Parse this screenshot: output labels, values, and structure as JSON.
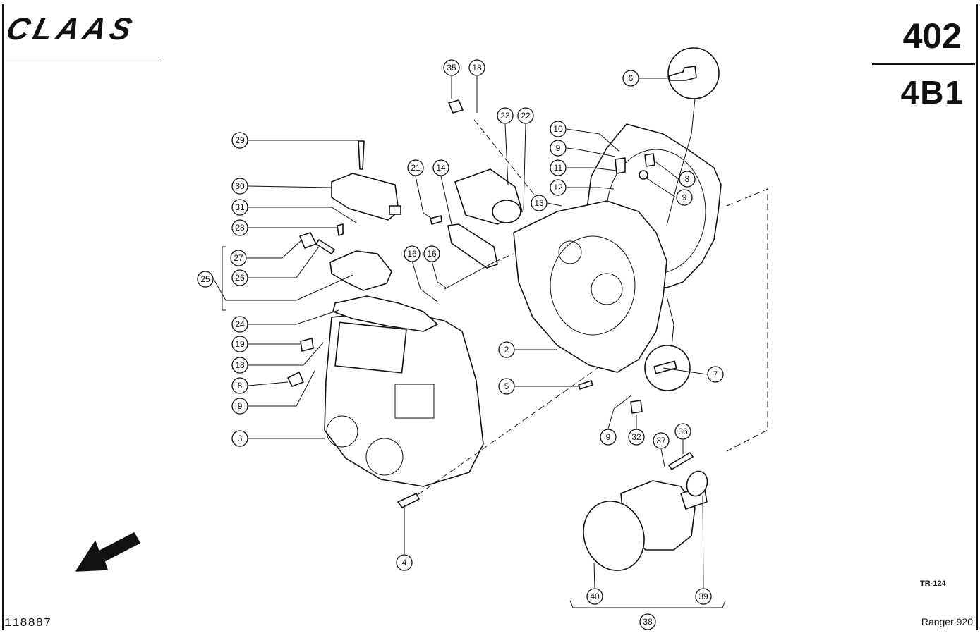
{
  "header": {
    "brand": "CLAAS",
    "group_number": "402",
    "section_code": "4B1"
  },
  "footer": {
    "drawing_number": "118887",
    "model": "Ranger 920",
    "reference_code": "TR-124"
  },
  "callouts": {
    "c35": "35",
    "c18a": "18",
    "c23": "23",
    "c22": "22",
    "c6": "6",
    "c10": "10",
    "c9a": "9",
    "c11": "11",
    "c12": "12",
    "c13": "13",
    "c8a": "8",
    "c9b": "9",
    "c29": "29",
    "c21": "21",
    "c14": "14",
    "c30": "30",
    "c31": "31",
    "c28": "28",
    "c27": "27",
    "c16a": "16",
    "c16b": "16",
    "c26": "26",
    "c25": "25",
    "c24": "24",
    "c19": "19",
    "c18b": "18",
    "c8b": "8",
    "c9c": "9",
    "c2": "2",
    "c5": "5",
    "c7": "7",
    "c3": "3",
    "c9d": "9",
    "c32": "32",
    "c37": "37",
    "c36": "36",
    "c4": "4",
    "c40": "40",
    "c39": "39",
    "c38": "38"
  },
  "icons": {
    "orientation_arrow": "arrow-down-left-icon"
  }
}
